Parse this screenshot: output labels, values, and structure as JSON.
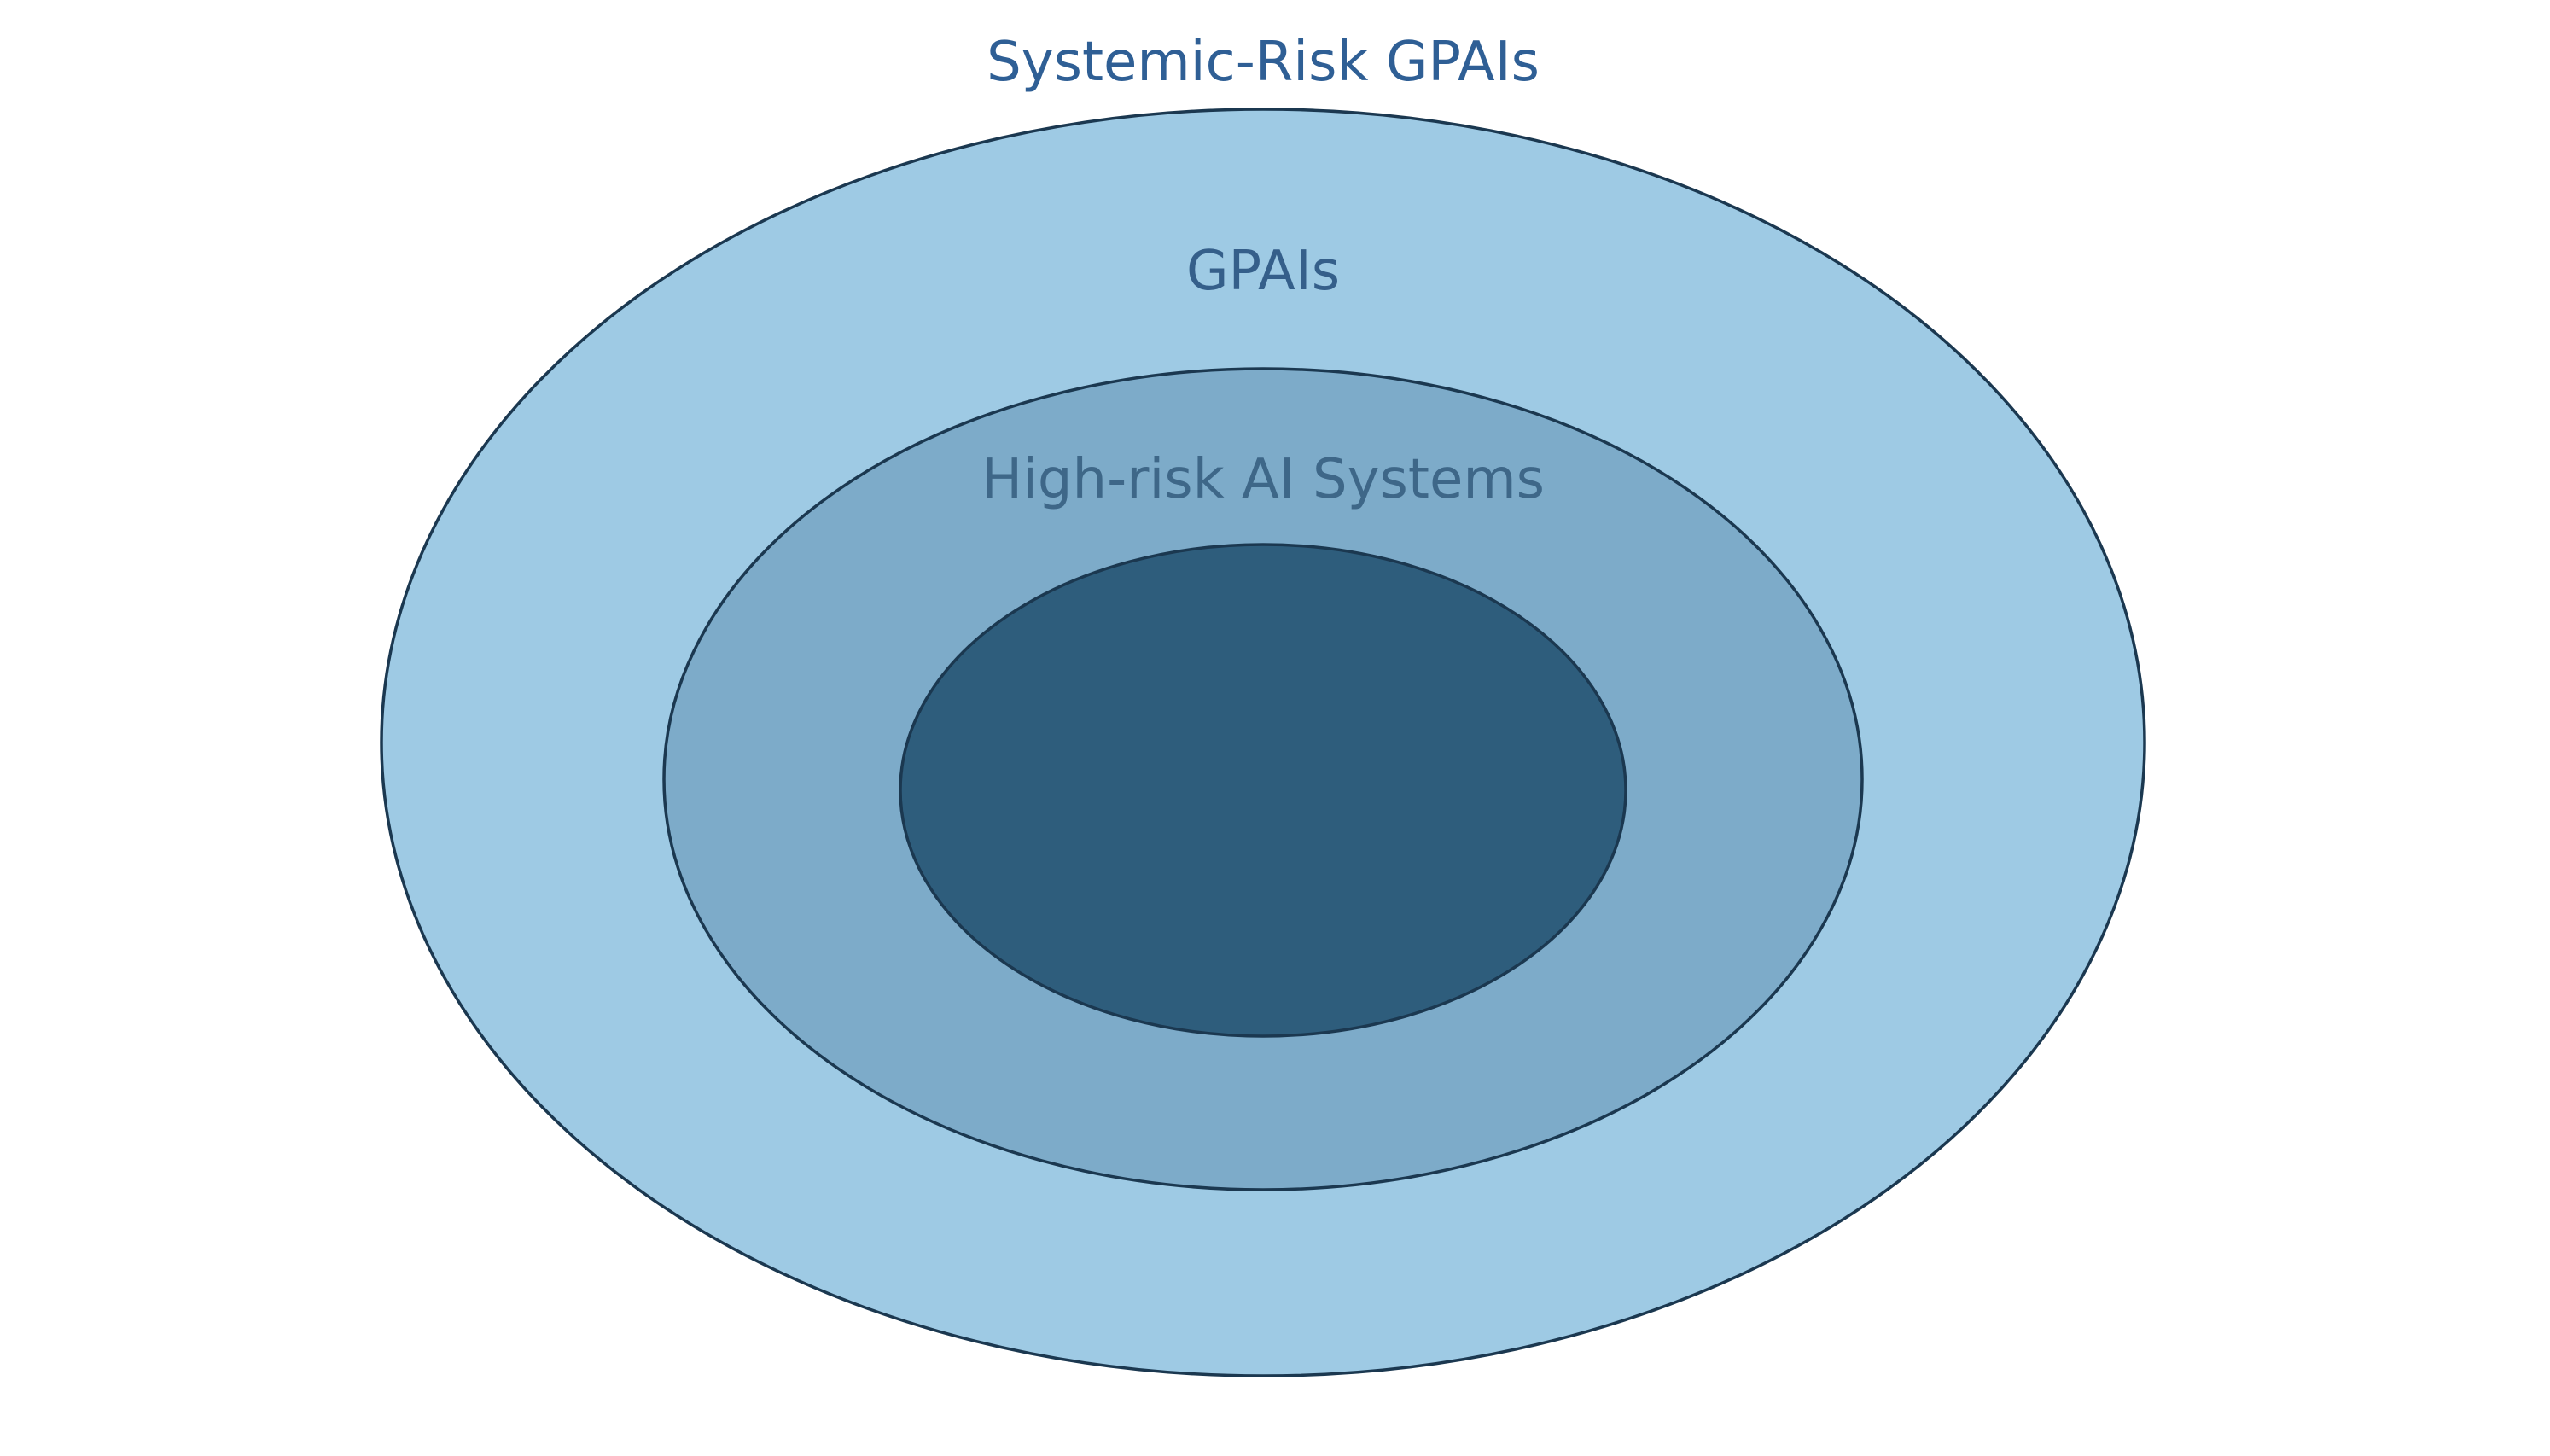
{
  "diagram": {
    "labels": {
      "top": "Systemic-Risk GPAIs",
      "outer": "GPAIs",
      "middle": "High-risk AI Systems"
    },
    "colors": {
      "background": "#ffffff",
      "outer_fill": "#9ecae4",
      "middle_fill": "#7dabc9",
      "inner_fill": "#2e5d7c",
      "stroke": "#1b3850",
      "label_top": "#2f5f95",
      "label_outer": "#355f8a",
      "label_middle": "#3e6788"
    }
  }
}
